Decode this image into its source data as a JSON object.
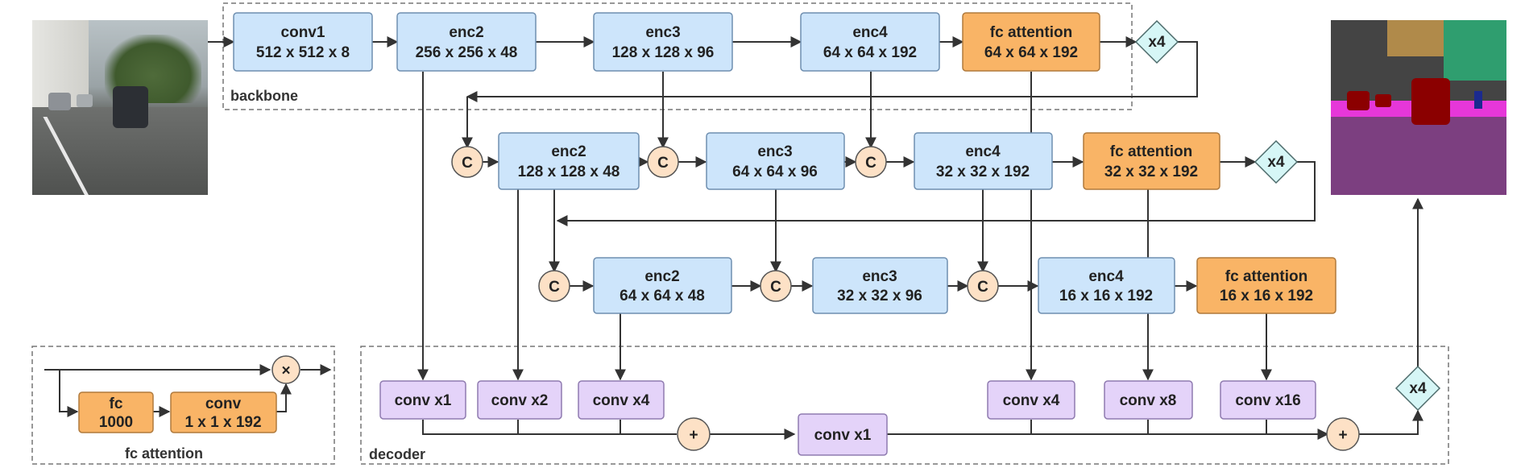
{
  "colors": {
    "encoder_fill": "#cde5fb",
    "encoder_stroke": "#6f8fb0",
    "attention_fill": "#f9b466",
    "attention_stroke": "#b07a3c",
    "decoder_fill": "#e4d3f9",
    "decoder_stroke": "#8f7bb0",
    "concat_fill": "#fde1c6",
    "repeat_fill": "#d6f6f6",
    "line": "#333333"
  },
  "groups": {
    "backbone": "backbone",
    "decoder": "decoder",
    "fc_attention": "fc attention"
  },
  "backbone_row": [
    {
      "name": "conv1",
      "size": "512 x 512 x 8",
      "kind": "encoder"
    },
    {
      "name": "enc2",
      "size": "256 x 256 x 48",
      "kind": "encoder"
    },
    {
      "name": "enc3",
      "size": "128 x 128 x 96",
      "kind": "encoder"
    },
    {
      "name": "enc4",
      "size": "64 x 64 x 192",
      "kind": "encoder"
    },
    {
      "name": "fc attention",
      "size": "64 x 64 x 192",
      "kind": "attention"
    }
  ],
  "second_row": [
    {
      "name": "enc2",
      "size": "128 x 128 x 48",
      "kind": "encoder"
    },
    {
      "name": "enc3",
      "size": "64 x 64 x 96",
      "kind": "encoder"
    },
    {
      "name": "enc4",
      "size": "32 x 32 x 192",
      "kind": "encoder"
    },
    {
      "name": "fc attention",
      "size": "32 x 32 x 192",
      "kind": "attention"
    }
  ],
  "third_row": [
    {
      "name": "enc2",
      "size": "64 x 64 x 48",
      "kind": "encoder"
    },
    {
      "name": "enc3",
      "size": "32 x 32 x 96",
      "kind": "encoder"
    },
    {
      "name": "enc4",
      "size": "16 x 16 x 192",
      "kind": "encoder"
    },
    {
      "name": "fc attention",
      "size": "16 x 16 x 192",
      "kind": "attention"
    }
  ],
  "decoder_convs": [
    "conv x1",
    "conv x2",
    "conv x4",
    "conv x4",
    "conv x8",
    "conv x16"
  ],
  "decoder_fuse_conv": "conv x1",
  "fc_attention_detail": {
    "fc": {
      "name": "fc",
      "size": "1000"
    },
    "conv": {
      "name": "conv",
      "size": "1 x 1 x 192"
    }
  },
  "symbols": {
    "concat": "C",
    "repeat": "x4",
    "add": "+",
    "multiply": "×"
  }
}
